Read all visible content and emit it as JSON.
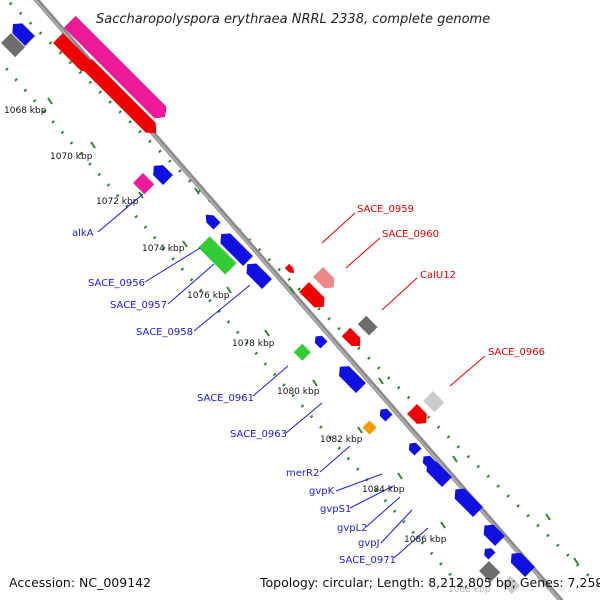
{
  "title": "Saccharopolyspora erythraea NRRL 2338, complete genome",
  "footer": {
    "accession": "Accession: NC_009142",
    "summary": "Topology: circular; Length: 8,212,805 bp; Genes: 7,259"
  },
  "ticks": [
    "1068 kbp",
    "1070 kbp",
    "1072 kbp",
    "1074 kbp",
    "1076 kbp",
    "1078 kbp",
    "1080 kbp",
    "1082 kbp",
    "1084 kbp",
    "1086 kbp",
    "1088 kbp"
  ],
  "labels_forward": [
    "SACE_0959",
    "SACE_0960",
    "CalU12",
    "SACE_0966"
  ],
  "labels_reverse": [
    "alkA",
    "SACE_0956",
    "SACE_0957",
    "SACE_0958",
    "SACE_0961",
    "SACE_0963",
    "merR2",
    "gvpK",
    "gvpS1",
    "gvpL2",
    "gvpJ",
    "SACE_0971"
  ],
  "colors": {
    "backbone": "#8c8c8c",
    "tick": "#2a8a2a",
    "blue": "#1010e0",
    "red": "#ee0000",
    "magenta": "#ee1a9a",
    "green": "#33cc33",
    "gray": "#6e6e6e",
    "light_gray": "#cccccc",
    "salmon": "#ee8888",
    "orange": "#ff9900",
    "label_forward": "#e60000",
    "label_reverse": "#1a1ae6"
  }
}
